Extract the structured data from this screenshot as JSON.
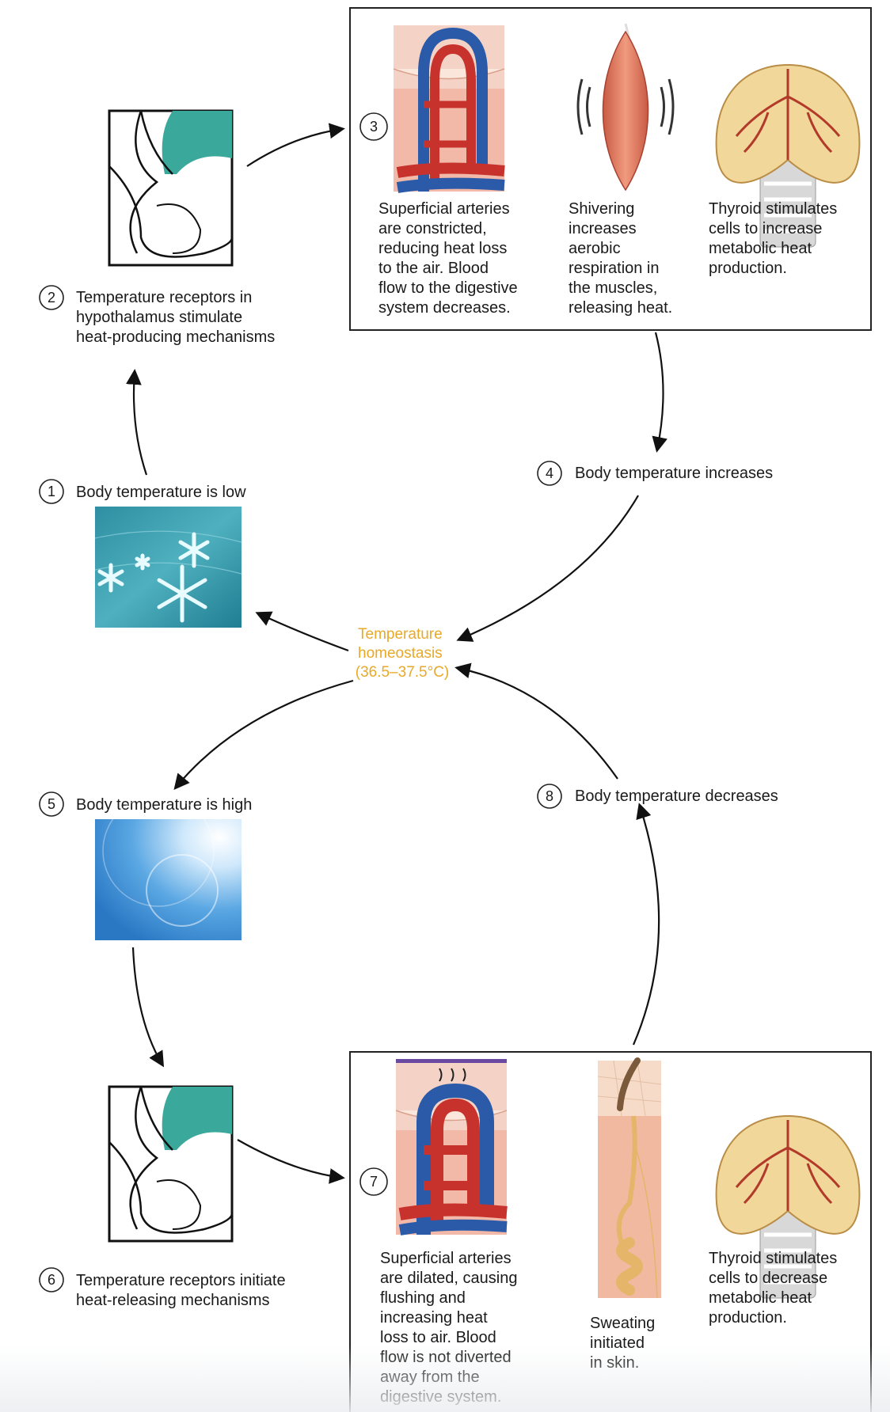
{
  "steps": [
    {
      "num": "1",
      "label": "Body temperature is low"
    },
    {
      "num": "2",
      "lines": [
        "Temperature receptors in",
        "hypothalamus stimulate",
        "heat-producing mechanisms"
      ]
    },
    {
      "num": "3"
    },
    {
      "num": "4",
      "label": "Body temperature increases"
    },
    {
      "num": "5",
      "label": "Body temperature is high"
    },
    {
      "num": "6",
      "lines": [
        "Temperature receptors initiate",
        "heat-releasing mechanisms"
      ]
    },
    {
      "num": "7"
    },
    {
      "num": "8",
      "label": "Body temperature decreases"
    }
  ],
  "center": {
    "lines": [
      "Temperature",
      "homeostasis",
      "(36.5–37.5°C)"
    ],
    "color": "#e8a928"
  },
  "heat_producing": {
    "arteries": [
      "Superficial arteries",
      "are constricted,",
      "reducing heat loss",
      "to the air. Blood",
      "flow to the digestive",
      "system decreases."
    ],
    "shivering": [
      "Shivering",
      "increases",
      "aerobic",
      "respiration in",
      "the muscles,",
      "releasing heat."
    ],
    "thyroid": [
      "Thyroid stimulates",
      "cells to increase",
      "metabolic heat",
      "production."
    ]
  },
  "heat_releasing": {
    "arteries": [
      "Superficial arteries",
      "are dilated, causing",
      "flushing and",
      "increasing heat",
      "loss to air. Blood",
      "flow is not diverted",
      "away from the",
      "digestive system."
    ],
    "sweating": [
      "Sweating",
      "initiated",
      "in skin."
    ],
    "thyroid": [
      "Thyroid stimulates",
      "cells to decrease",
      "metabolic heat",
      "production."
    ]
  },
  "colors": {
    "artery": "#c8322d",
    "vein": "#2a5aa8",
    "brain": "#3aa89a",
    "skin": "#f2c1b0",
    "cold": "#3f9fb0",
    "hot": "#3a8fd6",
    "thyroid": "#f1d79a"
  },
  "icons": [
    "hypothalamus-icon",
    "blood-vessel-icon",
    "muscle-icon",
    "thyroid-icon",
    "snowflake-icon",
    "sun-icon",
    "sweat-gland-icon"
  ]
}
